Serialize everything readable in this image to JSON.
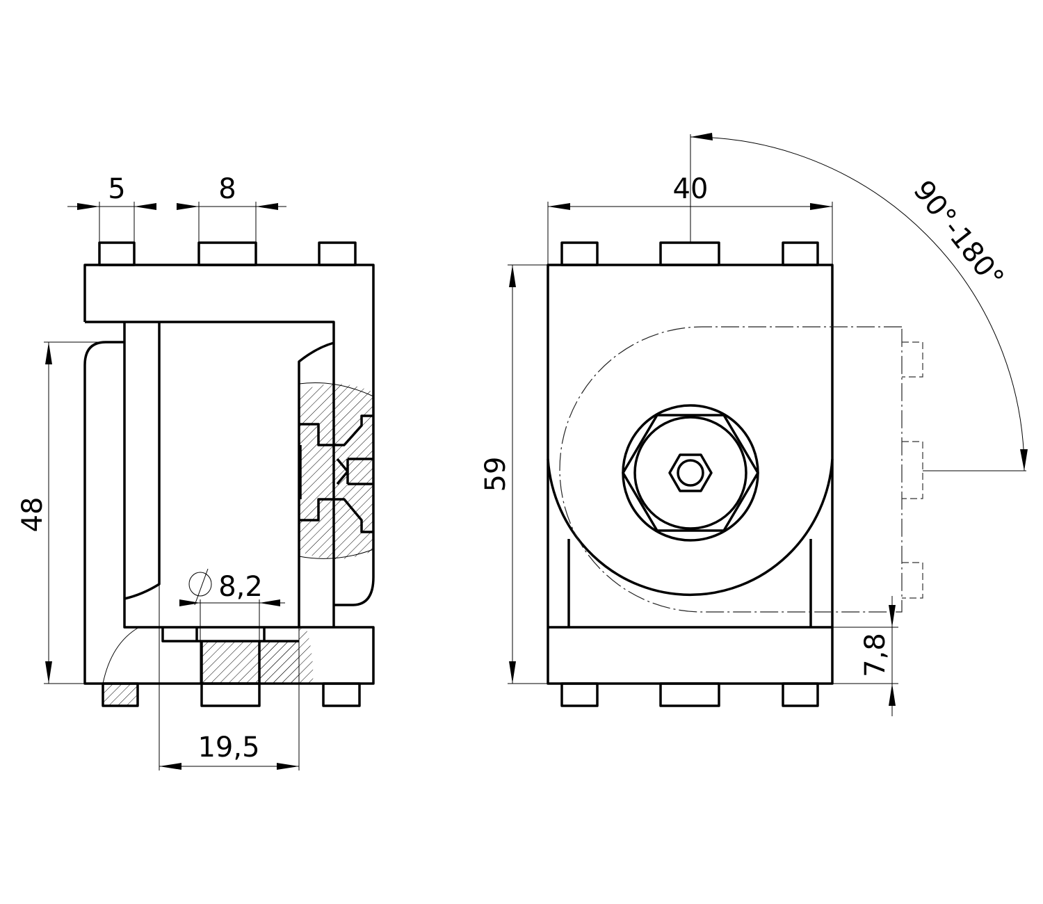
{
  "title": "Angle connector 90°-180° technical drawing",
  "side_view": {
    "dim_pin_width": "5",
    "dim_pin_center": "8",
    "dim_height": "48",
    "dim_width": "19,5",
    "dim_bore_symbol": "⌀",
    "dim_bore": "8,2"
  },
  "front_view": {
    "dim_width": "40",
    "dim_height": "59",
    "dim_plate": "7,8",
    "dim_angle": "90°-180°"
  }
}
